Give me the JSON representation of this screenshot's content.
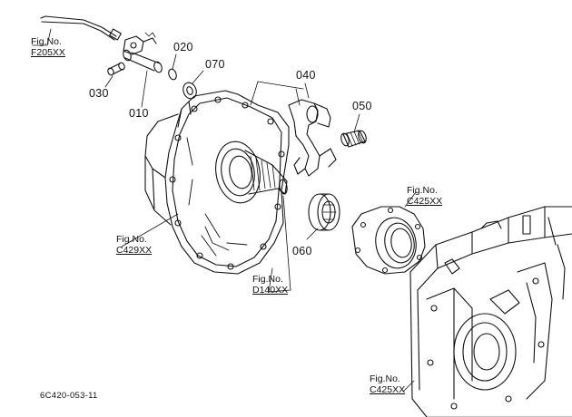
{
  "part_numbers": [
    "010",
    "020",
    "030",
    "040",
    "050",
    "060",
    "070"
  ],
  "figure_refs": [
    {
      "caption": "Fig.No.",
      "ref": "F205XX"
    },
    {
      "caption": "Fig.No.",
      "ref": "C429XX"
    },
    {
      "caption": "Fig.No.",
      "ref": "D140XX"
    },
    {
      "caption": "Fig.No.",
      "ref": "C425XX"
    },
    {
      "caption": "Fig.No.",
      "ref": "C425XX"
    }
  ],
  "drawing_code": "6C420-053-11"
}
